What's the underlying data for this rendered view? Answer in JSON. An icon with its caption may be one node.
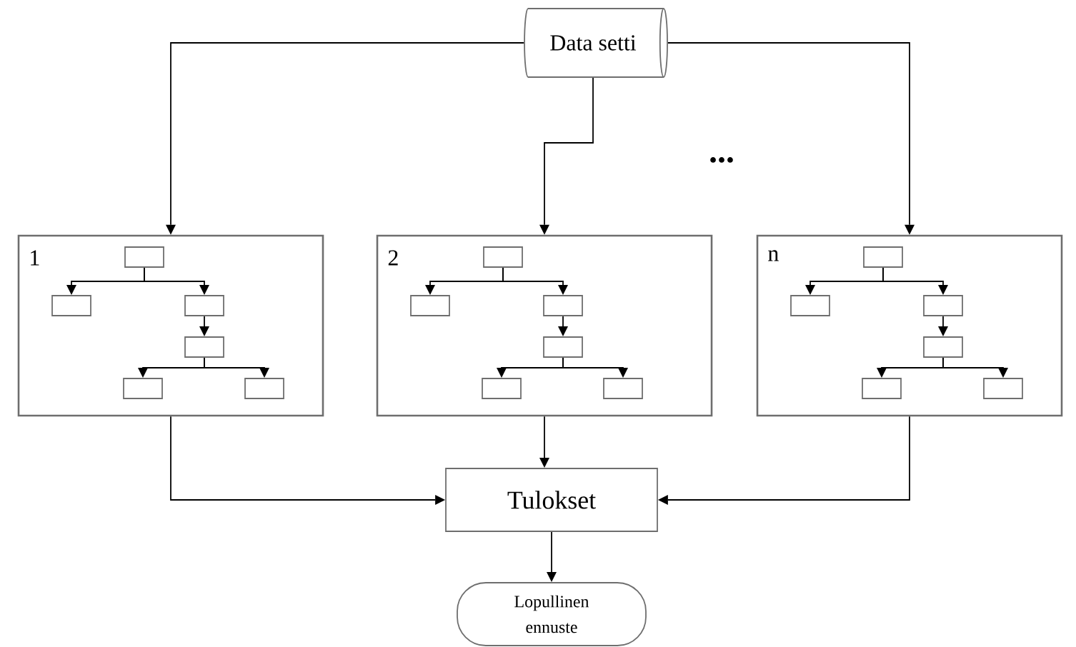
{
  "diagram": {
    "nodes": [
      {
        "text": [
          "Data setti"
        ]
      },
      {
        "text": [
          "1"
        ]
      },
      {
        "text": [],
        "shape": "box",
        "in": 1
      },
      {
        "text": [],
        "shape": "box",
        "in": 1
      },
      {
        "text": [],
        "shape": "box",
        "in": 1
      },
      {
        "text": [],
        "shape": "box",
        "in": 1
      },
      {
        "text": [],
        "shape": "box",
        "in": 1
      },
      {
        "text": [],
        "shape": "box",
        "in": 1
      },
      {
        "text": [
          "2"
        ]
      },
      {
        "text": [],
        "shape": "box",
        "in": 8
      },
      {
        "text": [],
        "shape": "box",
        "in": 8
      },
      {
        "text": [],
        "shape": "box",
        "in": 8
      },
      {
        "text": [],
        "shape": "box",
        "in": 8
      },
      {
        "text": [],
        "shape": "box",
        "in": 8
      },
      {
        "text": [],
        "shape": "box",
        "in": 8
      },
      {
        "text": [
          "n"
        ]
      },
      {
        "text": [],
        "shape": "box",
        "in": 15
      },
      {
        "text": [],
        "shape": "box",
        "in": 15
      },
      {
        "text": [],
        "shape": "box",
        "in": 15
      },
      {
        "text": [],
        "shape": "box",
        "in": 15
      },
      {
        "text": [],
        "shape": "box",
        "in": 15
      },
      {
        "text": [],
        "shape": "box",
        "in": 15
      },
      {
        "text": [
          "Tulokset"
        ]
      },
      {
        "text": [
          "Lopullinen ennuste"
        ]
      }
    ],
    "edges": [
      {
        "from": 0,
        "to": 1,
        "arrow": "to"
      },
      {
        "from": 0,
        "to": 8,
        "arrow": "to"
      },
      {
        "from": 0,
        "to": 15,
        "arrow": "to"
      },
      {
        "from": 2,
        "to": 3,
        "arrow": "to"
      },
      {
        "from": 2,
        "to": 4,
        "arrow": "to"
      },
      {
        "from": 4,
        "to": 5,
        "arrow": "to"
      },
      {
        "from": 5,
        "to": 6,
        "arrow": "to"
      },
      {
        "from": 5,
        "to": 7,
        "arrow": "to"
      },
      {
        "from": 9,
        "to": 10,
        "arrow": "to"
      },
      {
        "from": 9,
        "to": 11,
        "arrow": "to"
      },
      {
        "from": 11,
        "to": 12,
        "arrow": "to"
      },
      {
        "from": 12,
        "to": 13,
        "arrow": "to"
      },
      {
        "from": 12,
        "to": 14,
        "arrow": "to"
      },
      {
        "from": 16,
        "to": 17,
        "arrow": "to"
      },
      {
        "from": 16,
        "to": 18,
        "arrow": "to"
      },
      {
        "from": 18,
        "to": 19,
        "arrow": "to"
      },
      {
        "from": 19,
        "to": 20,
        "arrow": "to"
      },
      {
        "from": 19,
        "to": 21,
        "arrow": "to"
      },
      {
        "from": 1,
        "to": 22,
        "arrow": "to"
      },
      {
        "from": 8,
        "to": 22,
        "arrow": "to"
      },
      {
        "from": 15,
        "to": 22,
        "arrow": "to"
      },
      {
        "from": 22,
        "to": 23,
        "arrow": "to"
      }
    ],
    "labels": [
      "..."
    ]
  }
}
